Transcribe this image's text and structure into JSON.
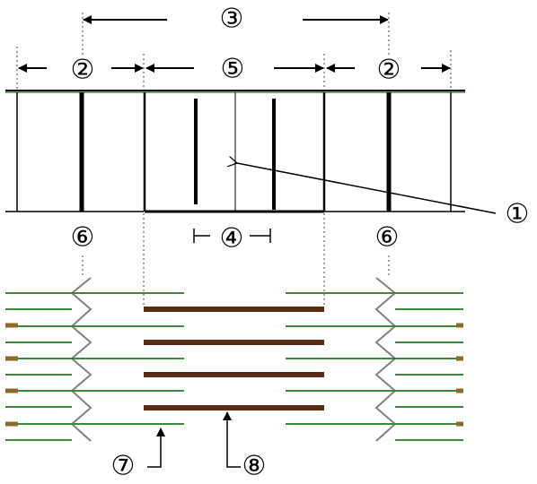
{
  "labels": {
    "l1": "①",
    "l2a": "②",
    "l2b": "②",
    "l3": "③",
    "l4": "④",
    "l5": "⑤",
    "l6a": "⑥",
    "l6b": "⑥",
    "l7": "⑦",
    "l8": "⑧"
  },
  "colors": {
    "thin_filament": "#3a8a3a",
    "thick_filament": "#5a2a12",
    "z_line_segment": "#808080",
    "end_stub": "#8b6a2a",
    "band_lines": "#000000",
    "guide_lines": "#808080"
  }
}
